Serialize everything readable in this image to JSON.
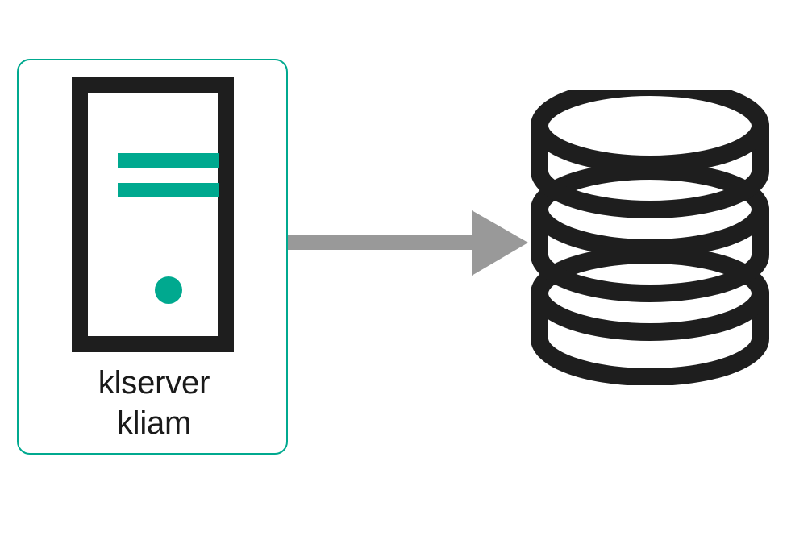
{
  "diagram": {
    "type": "architecture-flow",
    "title": "",
    "background_color": "#ffffff",
    "colors": {
      "accent_teal": "#00a98f",
      "dark": "#1e1e1e",
      "arrow_gray": "#999999",
      "text": "#1a1a1a",
      "card_background": "#ffffff"
    },
    "nodes": [
      {
        "id": "server-node",
        "icon": "server-tower-icon",
        "label_lines": [
          "klserver",
          "kliam"
        ],
        "label_line_1": "klserver",
        "label_line_2": "kliam",
        "border_color": "#00a98f",
        "icon_accent_color": "#00a98f",
        "icon_frame_color": "#1e1e1e",
        "indicator_count": 2,
        "led_indicator": "power-led"
      },
      {
        "id": "database-node",
        "icon": "database-cylinder-icon",
        "label_lines": [],
        "disc_count": 3,
        "outline_color": "#1e1e1e"
      }
    ],
    "connectors": [
      {
        "id": "server-to-database",
        "from": "server-node",
        "to": "database-node",
        "style": "solid-block-arrow",
        "direction": "right",
        "color": "#999999",
        "arrowhead": "filled-triangle"
      }
    ]
  }
}
